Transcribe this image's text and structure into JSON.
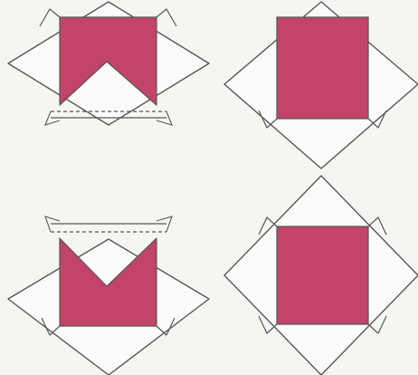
{
  "colors": {
    "background": "#f6f5f2",
    "line": "#575757",
    "fill": "#c24468",
    "paper": "#fbfbfb"
  },
  "panels": [
    {
      "name": "top-left-fold",
      "shape": "square-with-triangular-notch",
      "dashed_fold": "bottom"
    },
    {
      "name": "top-right-fold",
      "shape": "square",
      "dashed_fold": null
    },
    {
      "name": "bottom-left-fold",
      "shape": "square-with-triangular-notch",
      "dashed_fold": "top"
    },
    {
      "name": "bottom-right-fold",
      "shape": "square",
      "dashed_fold": null
    }
  ]
}
